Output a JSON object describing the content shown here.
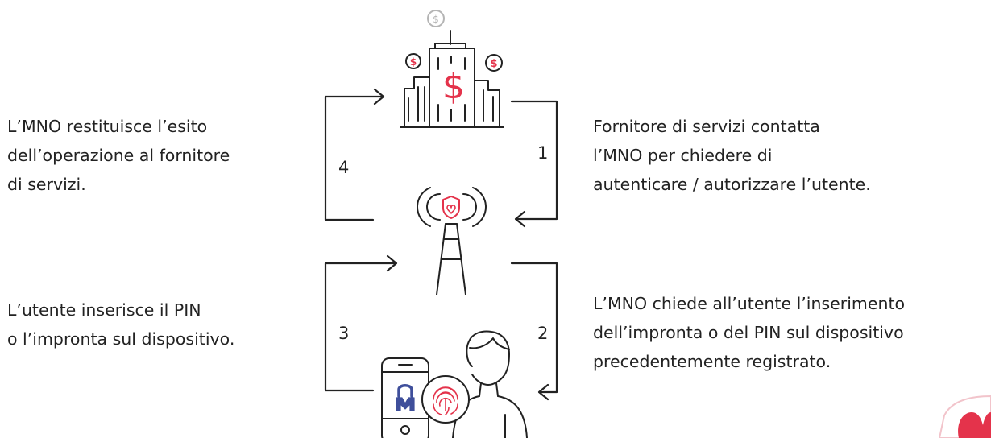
{
  "steps": [
    {
      "number": "1",
      "lines": [
        "Fornitore di servizi contatta",
        "l’MNO per chiedere di",
        "autenticare / autorizzare l’utente."
      ]
    },
    {
      "number": "2",
      "lines": [
        "L’MNO chiede all’utente l’inserimento",
        "dell’impronta o del PIN sul dispositivo",
        "precedentemente registrato."
      ]
    },
    {
      "number": "3",
      "lines": [
        "L’utente inserisce il PIN",
        "o l’impronta sul dispositivo."
      ]
    },
    {
      "number": "4",
      "lines": [
        "L’MNO restituisce l’esito",
        "dell’operazione al fornitore",
        "di servizi."
      ]
    }
  ],
  "icons": {
    "service_provider": "bank-building-icon",
    "mno": "cell-tower-icon",
    "user": "user-with-phone-icon",
    "corner_logo": "brand-logo-icon"
  },
  "colors": {
    "line": "#222222",
    "accent": "#e4334b",
    "brand_blue": "#3f4f9b",
    "muted": "#b5b5b5"
  }
}
